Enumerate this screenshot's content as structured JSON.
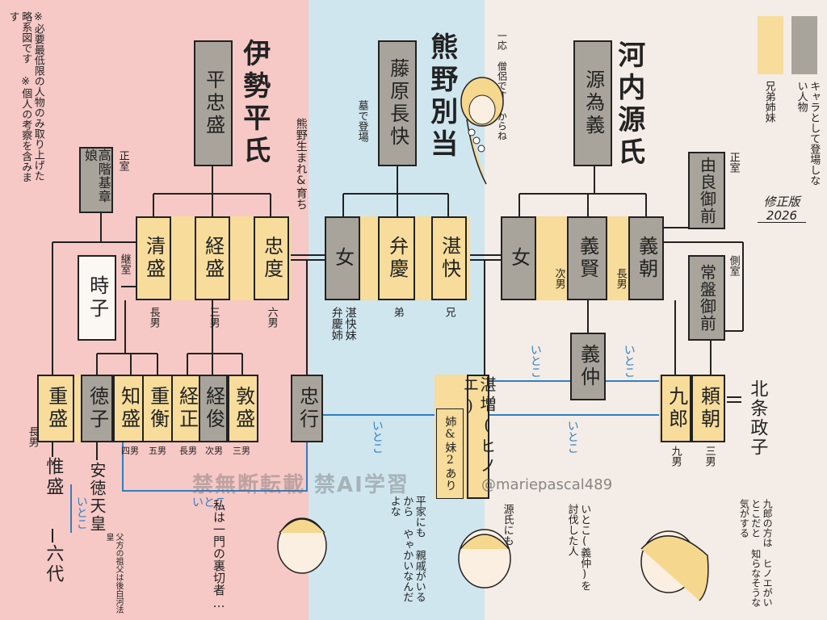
{
  "note": "※必要最低限の人物のみ取り上げた略系図です ※個人の考察を含みます",
  "clans": {
    "ise_taira": "伊勢平氏",
    "kumano_betto": "熊野別当",
    "kawachi_genji": "河内源氏"
  },
  "legend": {
    "gray_label": "キャラとして登場しない人物",
    "yellow_label": "兄弟姉妹",
    "gray_color": "#a8a49b",
    "yellow_color": "#f7dc9b"
  },
  "revision": "修正版 2026",
  "people": {
    "tadamori": "平忠盛",
    "takashina_munetoshi_daughter": "高階基章娘",
    "tokiko": "時子",
    "kiyomori": "清盛",
    "tsunemori": "経盛",
    "tadanori": "忠度",
    "fujiwara_nagayoshi": "藤原長快",
    "onna_kumano": "女",
    "benkei": "弁慶",
    "tankai": "湛快",
    "minamoto_tameyoshi": "源為義",
    "onna_genji": "女",
    "yoshikata": "義賢",
    "yoshitomo": "義朝",
    "yura_gozen": "由良御前",
    "tokiwa_gozen": "常盤御前",
    "shigemori": "重盛",
    "tokuko": "徳子",
    "tomomori": "知盛",
    "shigehira": "重衡",
    "tsunemasa": "経正",
    "tsunetoshi": "経俊",
    "atsumori": "敦盛",
    "tadayuki": "忠行",
    "tanzo": "湛増(ヒノエ)",
    "yoshinaka": "義仲",
    "kuro": "九郎",
    "yoritomo": "頼朝",
    "hojo_masako": "北条政子",
    "koremori": "惟盛",
    "antoku": "安徳天皇",
    "rokudai": "六代"
  },
  "labels": {
    "seishitsu_1": "正室",
    "keishitsu": "継室",
    "kiyomori_rank": "長男",
    "tsunemori_rank": "三男",
    "tadanori_rank": "六男",
    "tadanori_note": "熊野生まれ&育ち",
    "nagayoshi_note": "墓で登場",
    "onna_kumano_note": "湛快妹 弁慶姉",
    "benkei_rank": "弟",
    "tankai_rank": "兄",
    "yoshikata_rank": "次男",
    "yoshitomo_rank": "長男",
    "seishitsu_2": "正室",
    "sokushitsu": "側室",
    "shigemori_rank": "長男",
    "tomomori_rank": "四男",
    "shigehira_rank": "五男",
    "tsunemasa_rank": "長男",
    "tsunetoshi_rank": "次男",
    "atsumori_rank": "三男",
    "tanzo_siblings": "姉&妹2あり",
    "kuro_rank": "九男",
    "yoritomo_rank": "三男",
    "antoku_note": "父方の祖父は後白河法皇",
    "itoko": "いとこ"
  },
  "speech": {
    "monk": "一応 僧侶です からね",
    "tadayuki_line": "私は一門の裏切者…",
    "tanzo_line": "平家にも 親戚がいるから やゃかいなんだよな",
    "genji_line": "源氏にも",
    "itoko_line": "いとこ(義仲)を 討伐した人",
    "kuro_line": "九郎の方は ヒノエがいとこだと 知らなそうな 気がする"
  },
  "watermark": "禁無断転載 禁AI学習",
  "handle": "@mariepascal489"
}
